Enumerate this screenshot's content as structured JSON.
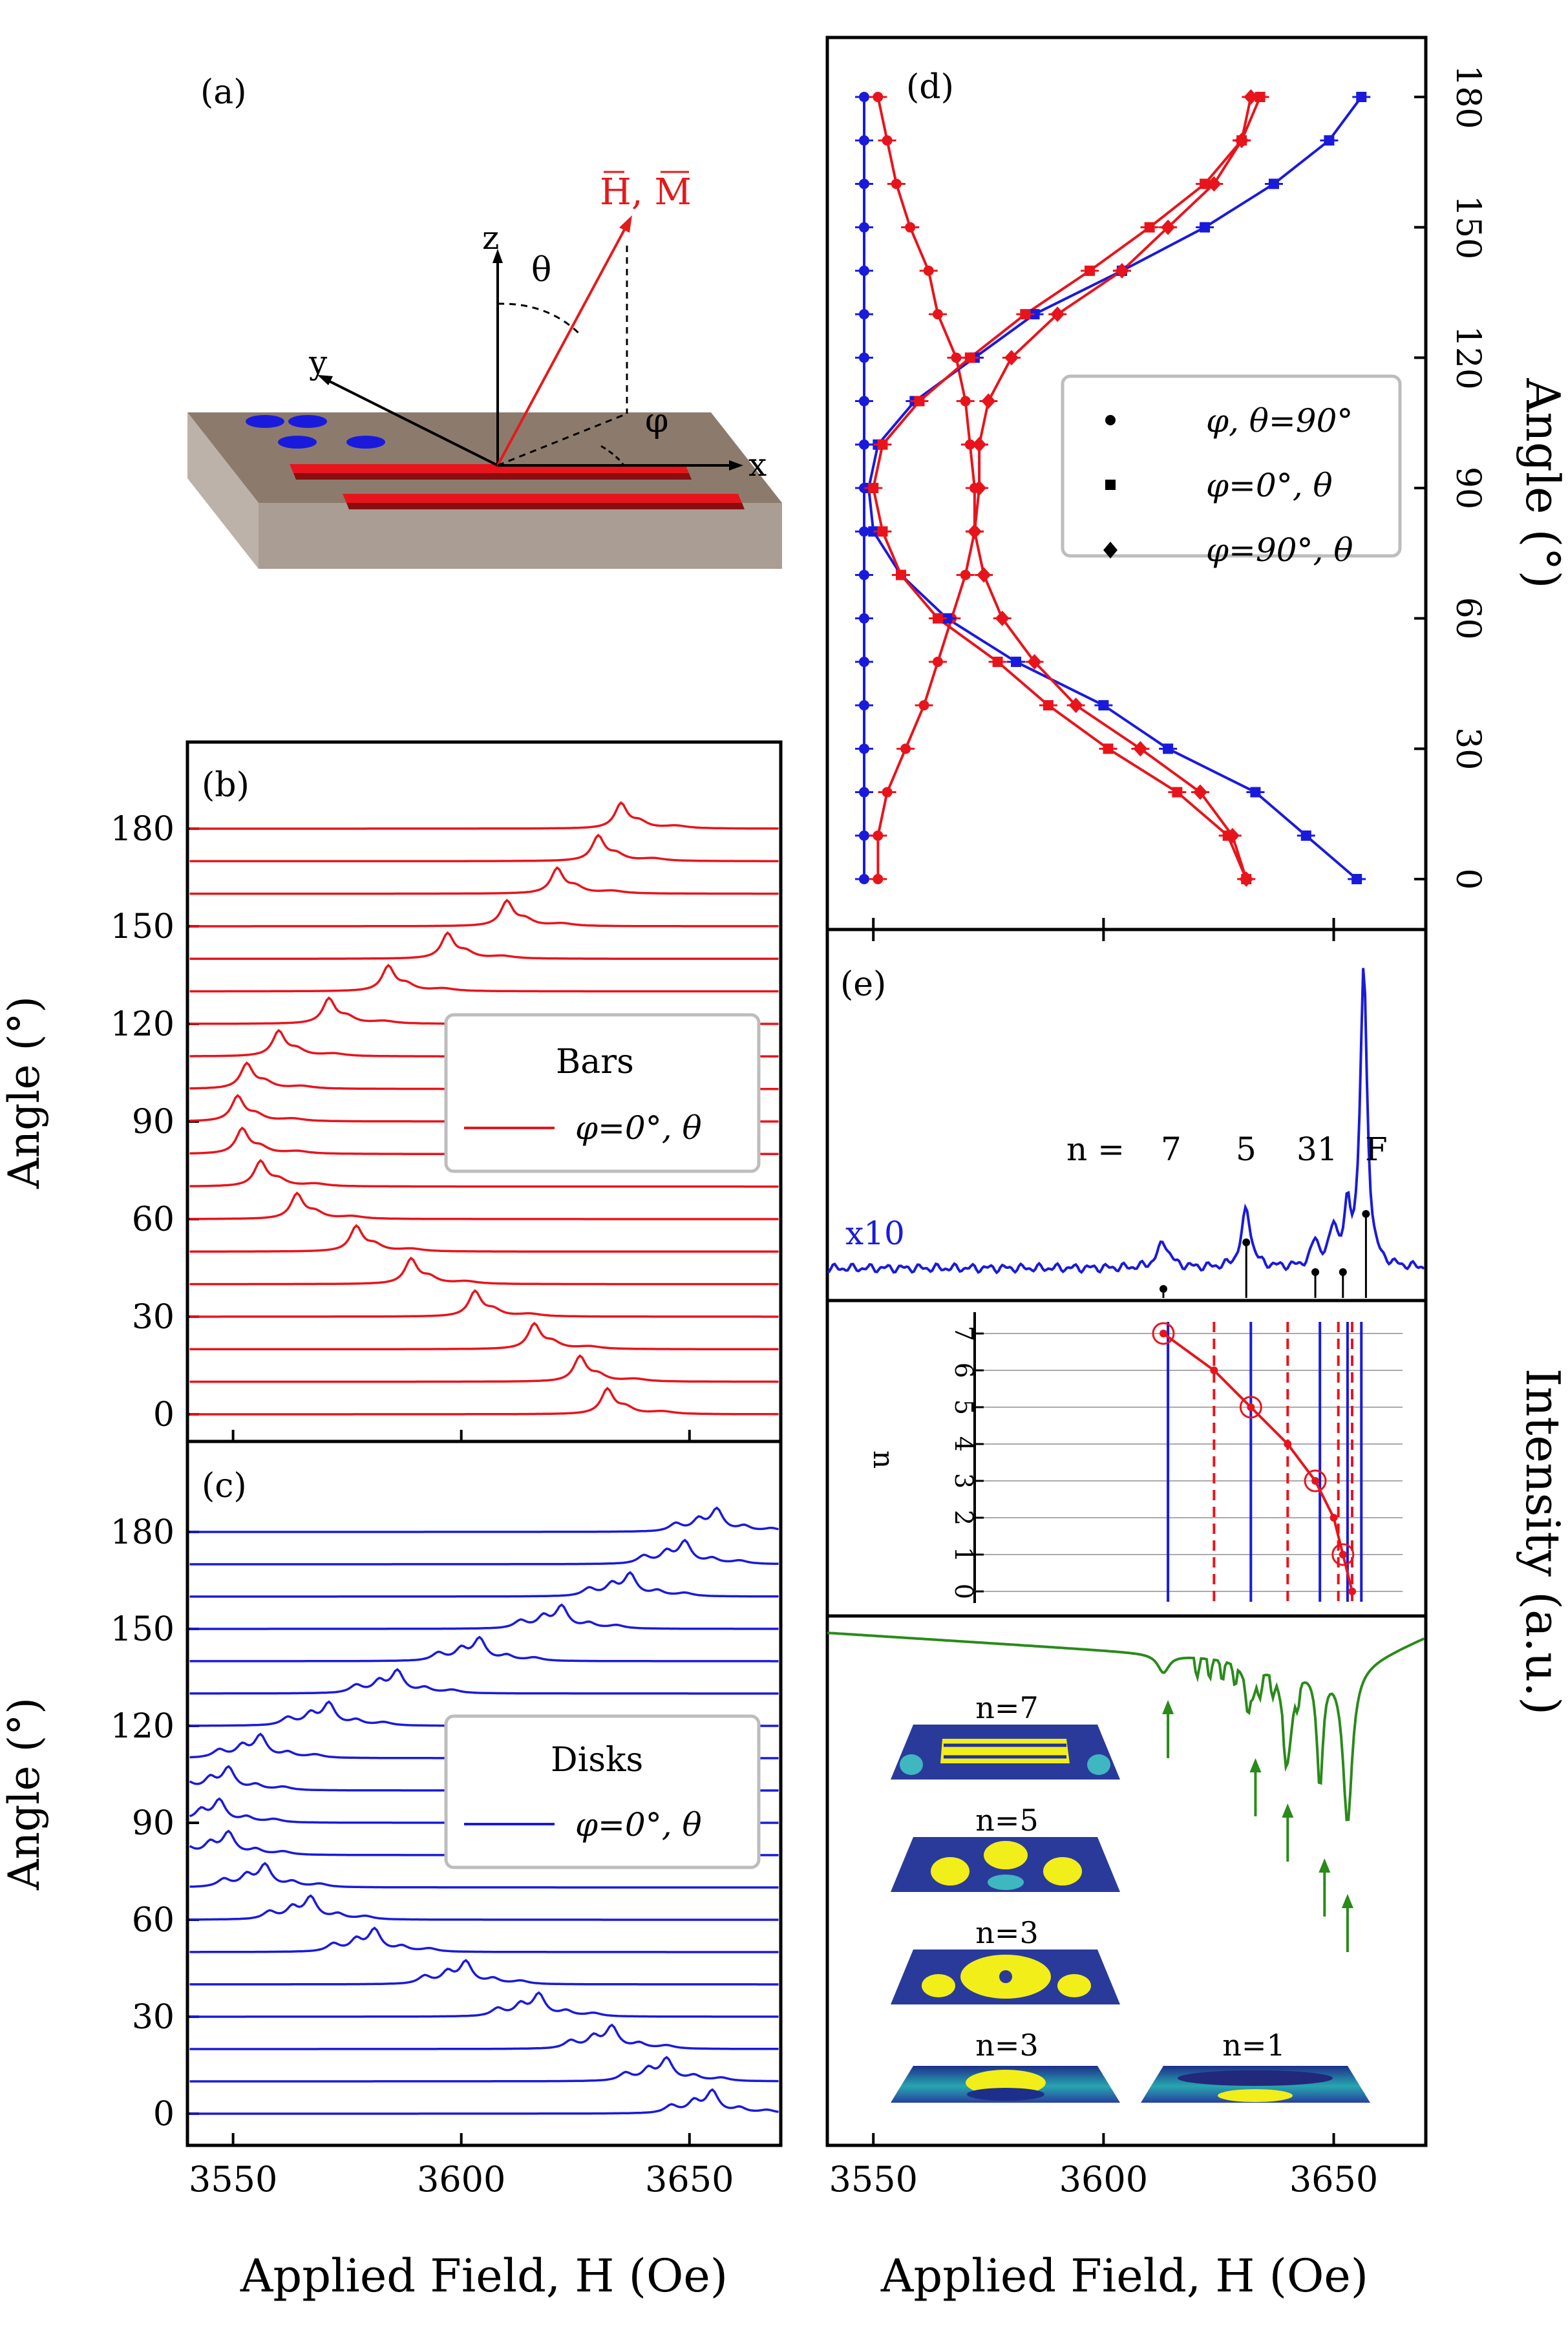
{
  "panel_a": {
    "label": "(a)",
    "axis_x": "x",
    "axis_y": "y",
    "axis_z": "z",
    "theta": "θ",
    "phi": "φ",
    "vector_label": "H, M",
    "colors": {
      "vector": "#e41a1c",
      "bars": "#e8141c",
      "disks": "#1a1adc",
      "substrate": "#8c7b6c"
    }
  },
  "legend_b": {
    "title": "Bars",
    "entry": "φ=0°, θ"
  },
  "legend_c": {
    "title": "Disks",
    "entry": "φ=0°, θ"
  },
  "legend_d": {
    "entries": [
      "φ, θ=90°",
      "φ=0°, θ",
      "φ=90°, θ"
    ]
  },
  "labels": {
    "b": "(b)",
    "c": "(c)",
    "d": "(d)",
    "e": "(e)",
    "angle_b": "Angle (°)",
    "angle_c": "Angle (°)",
    "angle_d": "Angle (°)",
    "intensity": "Intensity (a.u.)",
    "xlabel_left": "Applied Field, H (Oe)",
    "xlabel_right": "Applied Field, H (Oe)",
    "x10": "x10",
    "n_eq": "n =",
    "n7": "7",
    "n5": "5",
    "n31": "31",
    "nF": "F",
    "n_axis": "n",
    "mode_n7": "n=7",
    "mode_n5": "n=5",
    "mode_n3a": "n=3",
    "mode_n3b": "n=3",
    "mode_n1": "n=1"
  },
  "chart_data": [
    {
      "type": "line",
      "panel": "(b)",
      "legend": [
        "Bars",
        "φ=0°, θ"
      ],
      "ylabel": "Angle (°)",
      "xlabel": "Applied Field, H (Oe)",
      "xlim": [
        3540,
        3670
      ],
      "yticks": [
        0,
        30,
        60,
        90,
        120,
        150,
        180
      ],
      "xticks": [
        3550,
        3600,
        3650
      ],
      "angles": [
        0,
        10,
        20,
        30,
        40,
        50,
        60,
        70,
        80,
        90,
        100,
        110,
        120,
        130,
        140,
        150,
        160,
        170,
        180
      ],
      "peak_fields": [
        3632,
        3626,
        3616,
        3603,
        3589,
        3577,
        3564,
        3556,
        3552,
        3551,
        3553,
        3560,
        3571,
        3584,
        3597,
        3610,
        3621,
        3630,
        3635
      ],
      "color": "#e8141c"
    },
    {
      "type": "line",
      "panel": "(c)",
      "legend": [
        "Disks",
        "φ=0°, θ"
      ],
      "ylabel": "Angle (°)",
      "xlabel": "Applied Field, H (Oe)",
      "xlim": [
        3540,
        3670
      ],
      "yticks": [
        0,
        30,
        60,
        90,
        120,
        150,
        180
      ],
      "xticks": [
        3550,
        3600,
        3650
      ],
      "angles": [
        0,
        10,
        20,
        30,
        40,
        50,
        60,
        70,
        80,
        90,
        100,
        110,
        120,
        130,
        140,
        150,
        160,
        170,
        180
      ],
      "peak_fields": [
        3655,
        3645,
        3633,
        3617,
        3601,
        3581,
        3567,
        3557,
        3549,
        3547,
        3549,
        3556,
        3571,
        3586,
        3604,
        3622,
        3637,
        3649,
        3656
      ],
      "color": "#1a1adc"
    },
    {
      "type": "scatter",
      "panel": "(d)",
      "ylabel": "Angle (°)",
      "xlim": [
        3540,
        3670
      ],
      "ylim": [
        -10,
        190
      ],
      "yticks": [
        0,
        30,
        60,
        90,
        120,
        150,
        180
      ],
      "xticks": [
        3550,
        3600,
        3650
      ],
      "series": [
        {
          "name": "φ, θ=90°",
          "color": "#1a1adc",
          "marker": "circle",
          "angles": [
            0,
            10,
            20,
            30,
            40,
            50,
            60,
            70,
            80,
            90,
            100,
            110,
            120,
            130,
            140,
            150,
            160,
            170,
            180
          ],
          "fields": [
            3548,
            3548,
            3548,
            3548,
            3548,
            3548,
            3548,
            3548,
            3548,
            3548,
            3548,
            3548,
            3548,
            3548,
            3548,
            3548,
            3548,
            3548,
            3548
          ]
        },
        {
          "name": "φ, θ=90°",
          "color": "#e8141c",
          "marker": "circle",
          "angles": [
            0,
            10,
            20,
            30,
            40,
            50,
            60,
            70,
            80,
            90,
            100,
            110,
            120,
            130,
            140,
            150,
            160,
            170,
            180
          ],
          "fields": [
            3551,
            3551,
            3553,
            3557,
            3561,
            3564,
            3567,
            3570,
            3572,
            3572,
            3571,
            3570,
            3568,
            3564,
            3562,
            3558,
            3555,
            3553,
            3551
          ]
        },
        {
          "name": "φ=0°, θ",
          "color": "#1a1adc",
          "marker": "square",
          "angles": [
            0,
            10,
            20,
            30,
            40,
            50,
            60,
            70,
            80,
            90,
            100,
            110,
            120,
            130,
            140,
            150,
            160,
            170,
            180
          ],
          "fields": [
            3655,
            3644,
            3633,
            3614,
            3600,
            3581,
            3566,
            3556,
            3550,
            3549,
            3551,
            3559,
            3572,
            3585,
            3604,
            3622,
            3637,
            3649,
            3656
          ]
        },
        {
          "name": "φ=0°, θ",
          "color": "#e8141c",
          "marker": "square",
          "angles": [
            0,
            10,
            20,
            30,
            40,
            50,
            60,
            70,
            80,
            90,
            100,
            110,
            120,
            130,
            140,
            150,
            160,
            170,
            180
          ],
          "fields": [
            3631,
            3627,
            3616,
            3601,
            3588,
            3577,
            3564,
            3556,
            3552,
            3550,
            3552,
            3560,
            3571,
            3583,
            3597,
            3610,
            3622,
            3630,
            3634
          ]
        },
        {
          "name": "φ=90°, θ",
          "color": "#e8141c",
          "marker": "diamond",
          "angles": [
            0,
            10,
            20,
            30,
            40,
            50,
            60,
            70,
            80,
            90,
            100,
            110,
            120,
            130,
            140,
            150,
            160,
            170,
            180
          ],
          "fields": [
            3631,
            3628,
            3621,
            3608,
            3594,
            3585,
            3578,
            3574,
            3572,
            3573,
            3573,
            3575,
            3580,
            3590,
            3604,
            3614,
            3624,
            3630,
            3632
          ]
        }
      ]
    },
    {
      "type": "line",
      "panel": "(e)",
      "xlim": [
        3540,
        3670
      ],
      "annotation": "x10",
      "mode_labels": [
        "n =",
        "7",
        "5",
        "31",
        "F"
      ],
      "stem_fields": [
        3613,
        3631,
        3646,
        3652,
        3657
      ],
      "dispersion_n": [
        0,
        1,
        2,
        3,
        4,
        5,
        6,
        7
      ],
      "dispersion_fields": [
        3654,
        3652,
        3650,
        3646,
        3640,
        3632,
        3624,
        3613
      ],
      "blue_lines": [
        3614,
        3632,
        3647,
        3653,
        3656
      ],
      "red_dashed_lines": [
        3624,
        3640,
        3651,
        3654
      ],
      "mode_maps": [
        "n=7",
        "n=5",
        "n=3",
        "n=3",
        "n=1"
      ],
      "colors": {
        "spectrum": "#1a1adc",
        "dispersion": "#e8141c",
        "simulation": "#2a8a1a"
      }
    }
  ]
}
